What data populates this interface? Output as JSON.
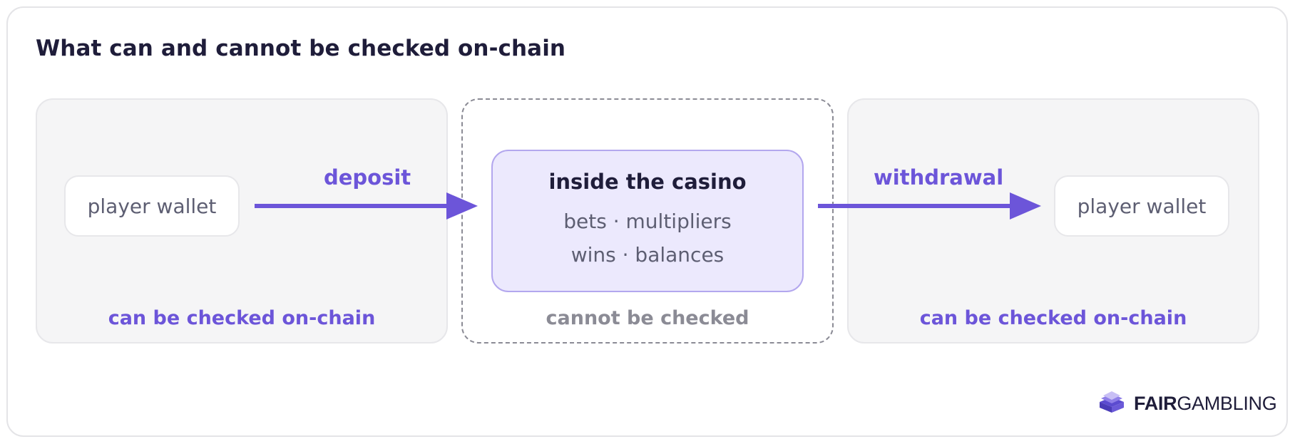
{
  "title": "What can and cannot be checked on-chain",
  "zones": {
    "left": {
      "label": "can be checked on-chain"
    },
    "middle": {
      "label": "cannot be checked"
    },
    "right": {
      "label": "can be checked on-chain"
    }
  },
  "nodes": {
    "wallet_left": "player wallet",
    "casino": {
      "title": "inside the casino",
      "line1": "bets · multipliers",
      "line2": "wins · balances"
    },
    "wallet_right": "player wallet"
  },
  "flows": {
    "deposit": "deposit",
    "withdrawal": "withdrawal"
  },
  "brand": {
    "bold": "FAIR",
    "regular": "GAMBLING",
    "icon": "layered-diamond-logo-icon"
  },
  "colors": {
    "accent": "#6c55d9",
    "casino_fill": "#ece9fd",
    "zone_fill": "#f5f5f6",
    "muted": "#8b8b95",
    "title": "#1f1d3a"
  }
}
